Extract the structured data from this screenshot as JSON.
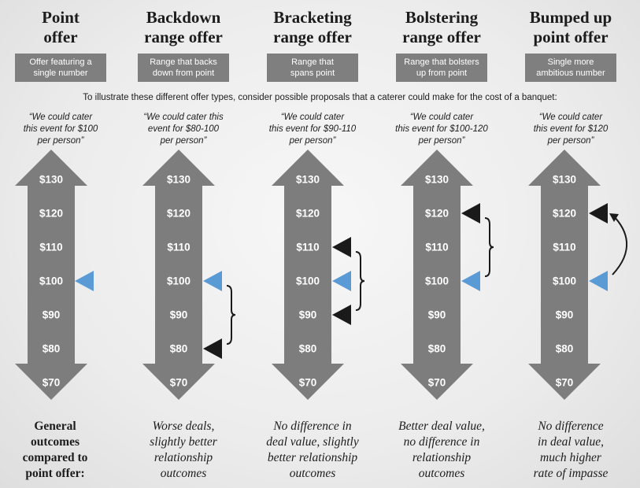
{
  "intro": "To illustrate these different offer types, consider possible proposals that a caterer could make for the cost of a banquet:",
  "scale_labels": [
    "$130",
    "$120",
    "$110",
    "$100",
    "$90",
    "$80",
    "$70"
  ],
  "outcomes_label": [
    "General",
    "outcomes",
    "compared to",
    "point offer:"
  ],
  "colors": {
    "arrow": "#7d7d7d",
    "blue_marker": "#5b9bd5",
    "black_marker": "#1a1a1a",
    "definition_box": "#7f7f7f"
  },
  "columns": [
    {
      "title": [
        "Point",
        "offer"
      ],
      "definition": [
        "Offer featuring a",
        "single number"
      ],
      "quote": [
        "“We could cater",
        "this event for $100",
        "per person”"
      ],
      "outcome": [],
      "markers": [
        {
          "value": 100,
          "color": "blue"
        }
      ],
      "brace": null,
      "curved_arrow": null
    },
    {
      "title": [
        "Backdown",
        "range offer"
      ],
      "definition": [
        "Range that backs",
        "down from point"
      ],
      "quote": [
        "“We could cater this",
        "event for $80-100",
        "per person”"
      ],
      "outcome": [
        "Worse deals,",
        "slightly better",
        "relationship",
        "outcomes"
      ],
      "markers": [
        {
          "value": 100,
          "color": "blue"
        },
        {
          "value": 80,
          "color": "black"
        }
      ],
      "brace": {
        "from": 100,
        "to": 80
      },
      "curved_arrow": null
    },
    {
      "title": [
        "Bracketing",
        "range offer"
      ],
      "definition": [
        "Range that",
        "spans point"
      ],
      "quote": [
        "“We could cater",
        "this event for $90-110",
        "per person”"
      ],
      "outcome": [
        "No difference in",
        "deal value, slightly",
        "better relationship",
        "outcomes"
      ],
      "markers": [
        {
          "value": 110,
          "color": "black"
        },
        {
          "value": 100,
          "color": "blue"
        },
        {
          "value": 90,
          "color": "black"
        }
      ],
      "brace": {
        "from": 110,
        "to": 90
      },
      "curved_arrow": null
    },
    {
      "title": [
        "Bolstering",
        "range offer"
      ],
      "definition": [
        "Range that bolsters",
        "up from point"
      ],
      "quote": [
        "“We could cater",
        "this event for $100-120",
        "per person”"
      ],
      "outcome": [
        "Better deal value,",
        "no difference in",
        "relationship",
        "outcomes"
      ],
      "markers": [
        {
          "value": 120,
          "color": "black"
        },
        {
          "value": 100,
          "color": "blue"
        }
      ],
      "brace": {
        "from": 120,
        "to": 100
      },
      "curved_arrow": null
    },
    {
      "title": [
        "Bumped up",
        "point offer"
      ],
      "definition": [
        "Single more",
        "ambitious number"
      ],
      "quote": [
        "“We could cater",
        "this event for $120",
        "per person”"
      ],
      "outcome": [
        "No difference",
        "in deal value,",
        "much higher",
        "rate of impasse"
      ],
      "markers": [
        {
          "value": 120,
          "color": "black"
        },
        {
          "value": 100,
          "color": "blue"
        }
      ],
      "brace": null,
      "curved_arrow": {
        "from": 100,
        "to": 120
      }
    }
  ]
}
